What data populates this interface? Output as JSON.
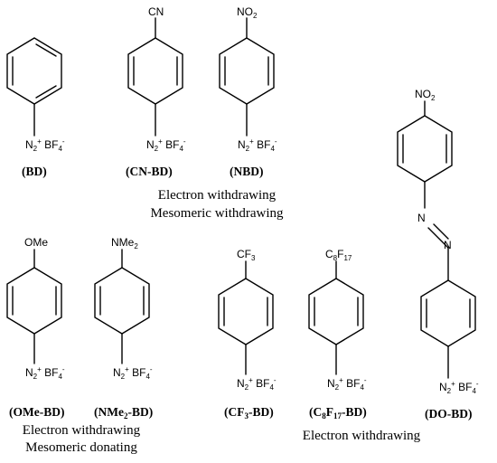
{
  "molecules": {
    "bd": {
      "name": "(BD)",
      "diazonium": "N2+ BF4-"
    },
    "cnbd": {
      "name": "(CN-BD)",
      "substituent": "CN",
      "diazonium": "N2+ BF4-"
    },
    "nbd": {
      "name": "(NBD)",
      "substituent": "NO2",
      "diazonium": "N2+ BF4-"
    },
    "omebd": {
      "name": "(OMe-BD)",
      "substituent": "OMe",
      "diazonium": "N2+ BF4-"
    },
    "nme2bd": {
      "name": "(NMe2-BD)",
      "substituent": "NMe2",
      "diazonium": "N2+ BF4-"
    },
    "cf3bd": {
      "name": "(CF3-BD)",
      "substituent": "CF3",
      "diazonium": "N2+ BF4-"
    },
    "c8f17bd": {
      "name": "(C8F17-BD)",
      "substituent": "C8F17",
      "diazonium": "N2+ BF4-"
    },
    "dobd": {
      "name": "(DO-BD)",
      "substituent": "NO2",
      "linker": "N=N",
      "diazonium": "N2+ BF4-"
    }
  },
  "captions": {
    "top_line1": "Electron withdrawing",
    "top_line2": "Mesomeric withdrawing",
    "left_line1": "Electron withdrawing",
    "left_line2": "Mesomeric donating",
    "right_line1": "Electron withdrawing"
  }
}
